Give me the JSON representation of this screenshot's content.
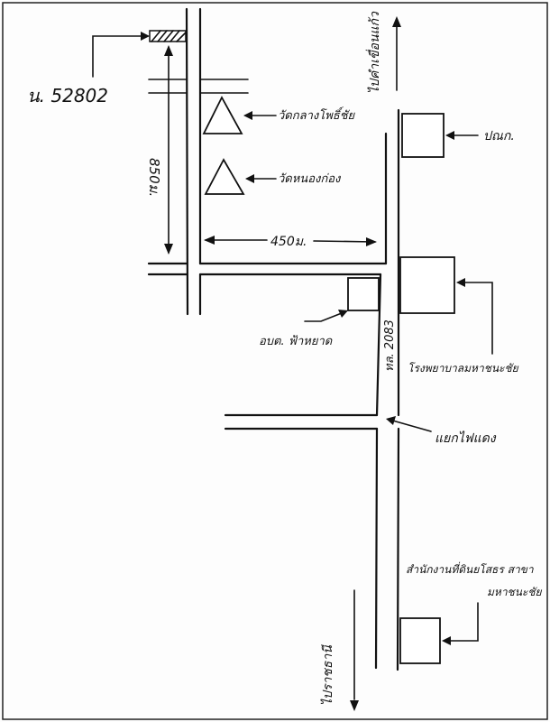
{
  "map": {
    "plot_id": "น. 52802",
    "temple_1": "วัดกลางโพธิ์ชัย",
    "temple_2": "วัดหนองก่อง",
    "dist_vertical": "850ม.",
    "dist_horizontal": "450ม.",
    "to_north": "ไปคำเขื่อนแก้ว",
    "to_south": "ไปราชธานี",
    "post_office": "ปณก.",
    "hospital": "โรงพยาบาลมหาชนะชัย",
    "sao_office": "อบต. ฟ้าหยาด",
    "highway": "ทล. 2083",
    "traffic_light": "แยกไฟแดง",
    "land_office": "สำนักงานที่ดินยโสธร สาขา",
    "land_office_2": "มหาชนะชัย"
  },
  "colors": {
    "ink": "#111111",
    "paper": "#fdfdfd"
  }
}
